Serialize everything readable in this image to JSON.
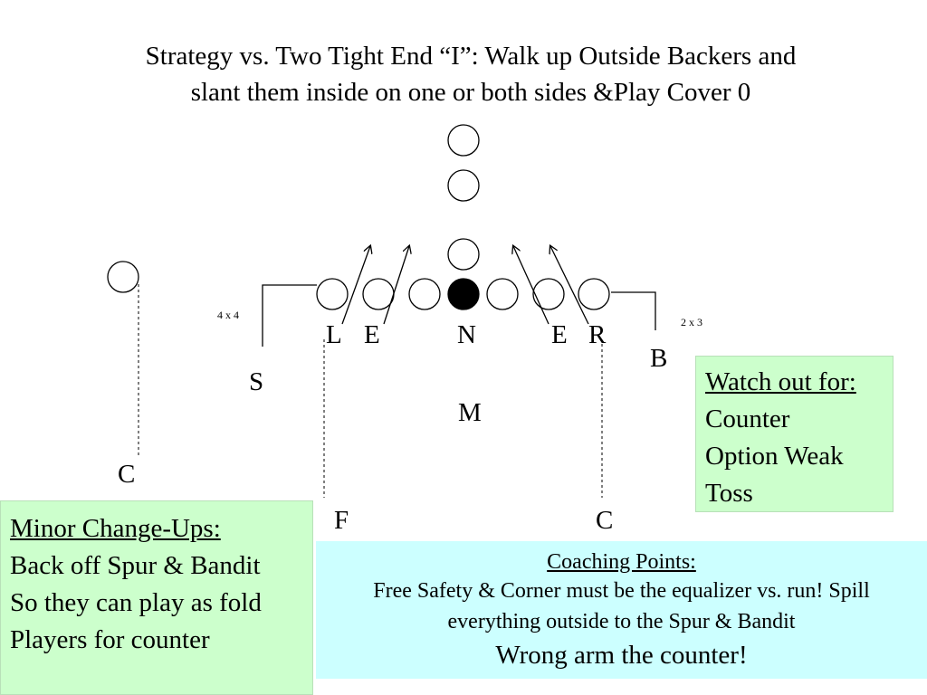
{
  "title": {
    "line1": "Strategy  vs. Two Tight End “I”: Walk up Outside Backers and",
    "line2": "slant them inside on one or both sides &Play Cover 0"
  },
  "labels": {
    "L": "L",
    "E_left": "E",
    "N": "N",
    "E_right": "E",
    "R": "R",
    "B": "B",
    "S": "S",
    "M": "M",
    "C_left": "C",
    "F": "F",
    "C_right": "C",
    "split_left": "4 x 4",
    "split_right": "2 x 3"
  },
  "watch": {
    "heading": "Watch out for:",
    "lines": [
      "Counter",
      "Option Weak",
      "Toss"
    ]
  },
  "changeups": {
    "heading": "Minor Change-Ups:",
    "lines": [
      "Back off Spur & Bandit",
      "So they can play as fold",
      "Players for counter"
    ]
  },
  "coaching": {
    "heading": "Coaching Points:",
    "line1": "Free Safety & Corner must be the equalizer vs. run! Spill",
    "line2": "everything outside to the Spur & Bandit",
    "line3": "Wrong arm the counter!"
  },
  "colors": {
    "green_box": "#ccffcc",
    "cyan_box": "#ccffff",
    "center_fill": "#000000"
  }
}
